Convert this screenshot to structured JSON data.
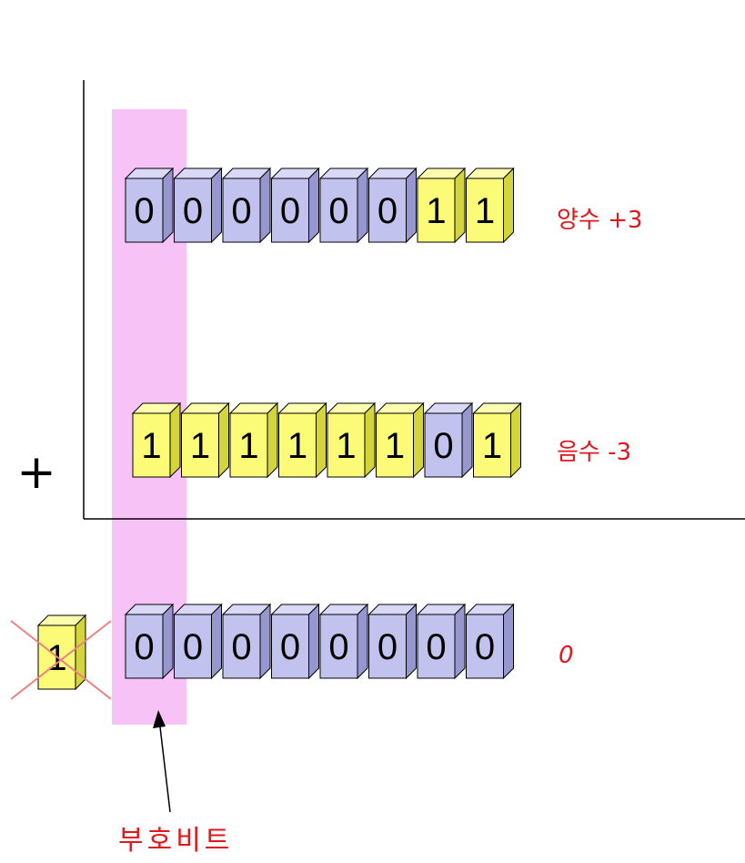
{
  "colors": {
    "zero_face": "#c2c2ee",
    "zero_side": "#9797cf",
    "zero_top": "#d9d9f7",
    "one_face": "#fbfb78",
    "one_side": "#d4d43d",
    "one_top": "#fdfdb0",
    "highlight": "#f7c2f5",
    "label_red": "#e4161b",
    "cross": "#f07070"
  },
  "rows": [
    {
      "bits": [
        "0",
        "0",
        "0",
        "0",
        "0",
        "0",
        "1",
        "1"
      ],
      "label": "양수 +3"
    },
    {
      "bits": [
        "1",
        "1",
        "1",
        "1",
        "1",
        "1",
        "0",
        "1"
      ],
      "label": "음수 -3"
    },
    {
      "bits": [
        "0",
        "0",
        "0",
        "0",
        "0",
        "0",
        "0",
        "0"
      ],
      "label": "0"
    }
  ],
  "carry_bit": "1",
  "plus_sign": "+",
  "sign_bit_label": "부호비트"
}
